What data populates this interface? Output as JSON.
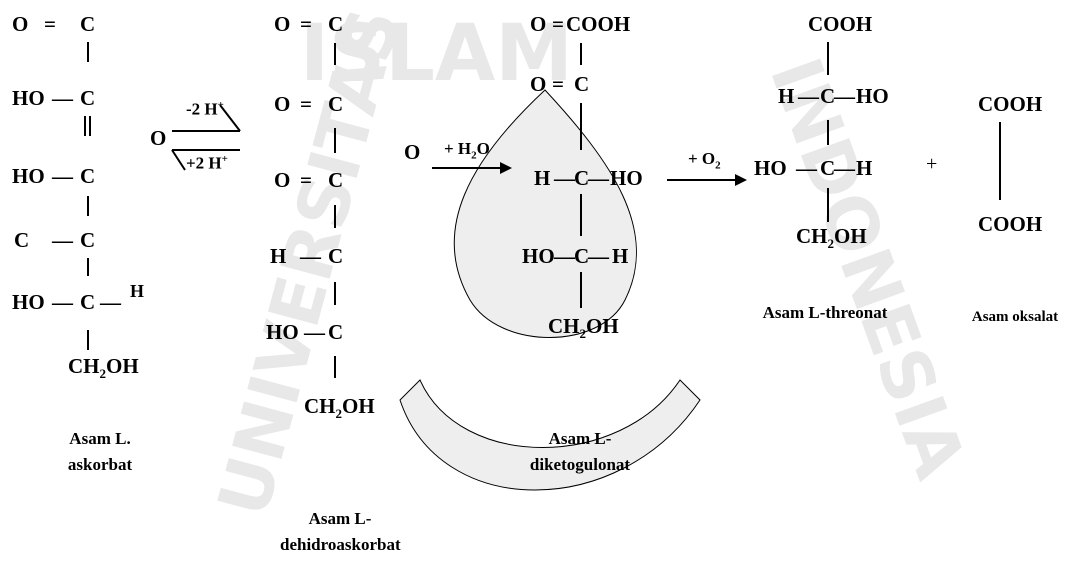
{
  "watermark": {
    "text_top": "ISLAM",
    "text_left": "UNIVERSITAS",
    "text_right": "INDONESIA",
    "color": "#e6e6e6"
  },
  "atoms": {
    "O": "O",
    "C": "C",
    "HO": "HO",
    "H": "H",
    "COOH": "COOH",
    "CH2OH_base": "CH",
    "CH2OH_sub": "2",
    "CH2OH_tail": "OH"
  },
  "bonds": {
    "double": "=",
    "single": "—"
  },
  "arrows": {
    "minus_2h_top": "-2 H",
    "minus_2h_top_sup": "+",
    "plus_2h_bottom": "+2 H",
    "plus_2h_bottom_sup": "+",
    "plus_h2o": "+ H",
    "plus_h2o_sub": "2",
    "plus_h2o_tail": "O",
    "plus_o2": "+ O",
    "plus_o2_sub": "2"
  },
  "plus_sign": "+",
  "compounds": [
    {
      "name_line1": "Asam L.",
      "name_line2": "askorbat"
    },
    {
      "name_line1": "Asam L-",
      "name_line2": "dehidroaskorbat"
    },
    {
      "name_line1": "Asam L-",
      "name_line2": "diketogulonat"
    },
    {
      "name_line1": "Asam L-threonat",
      "name_line2": ""
    },
    {
      "name_line1": "Asam oksalat",
      "name_line2": ""
    }
  ]
}
